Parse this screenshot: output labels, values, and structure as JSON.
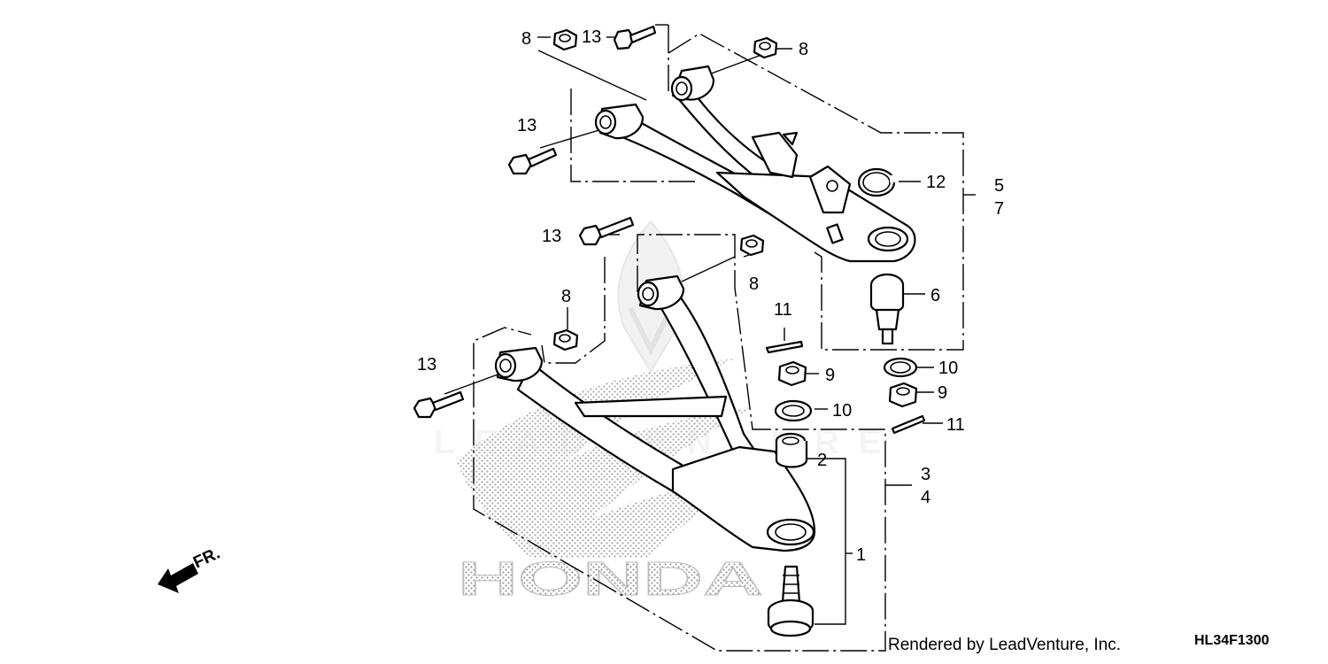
{
  "diagram": {
    "type": "exploded-parts-diagram",
    "callouts": [
      {
        "id": "c8a",
        "label": "8"
      },
      {
        "id": "c13a",
        "label": "13"
      },
      {
        "id": "c8b",
        "label": "8"
      },
      {
        "id": "c13b",
        "label": "13"
      },
      {
        "id": "c12",
        "label": "12"
      },
      {
        "id": "c5",
        "label": "5"
      },
      {
        "id": "c7",
        "label": "7"
      },
      {
        "id": "c13c",
        "label": "13"
      },
      {
        "id": "c8c",
        "label": "8"
      },
      {
        "id": "c6",
        "label": "6"
      },
      {
        "id": "c8d",
        "label": "8"
      },
      {
        "id": "c11a",
        "label": "11"
      },
      {
        "id": "c13d",
        "label": "13"
      },
      {
        "id": "c10a",
        "label": "10"
      },
      {
        "id": "c9a",
        "label": "9"
      },
      {
        "id": "c9b",
        "label": "9"
      },
      {
        "id": "c10b",
        "label": "10"
      },
      {
        "id": "c11b",
        "label": "11"
      },
      {
        "id": "c2",
        "label": "2"
      },
      {
        "id": "c3",
        "label": "3"
      },
      {
        "id": "c4",
        "label": "4"
      },
      {
        "id": "c1",
        "label": "1"
      }
    ],
    "direction_marker": "FR.",
    "watermark_brand": "HONDA",
    "watermark_text": "LEADVENTURE",
    "credit": "Rendered by LeadVenture, Inc.",
    "diagram_code": "HL34F1300"
  }
}
